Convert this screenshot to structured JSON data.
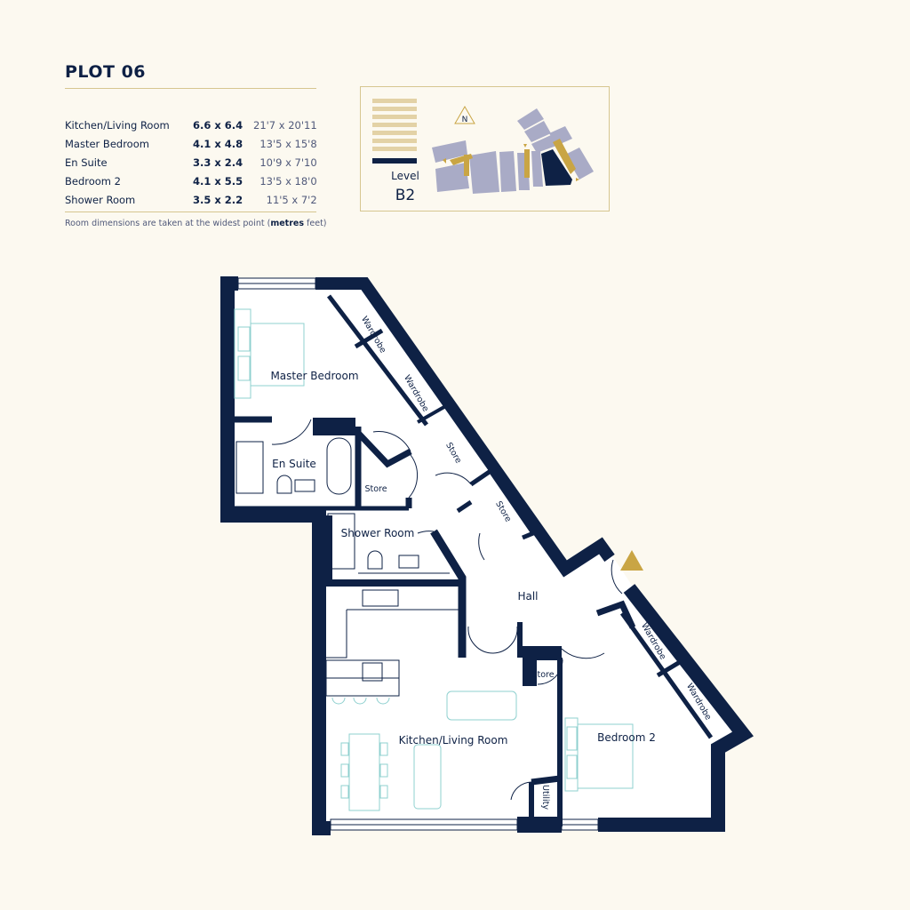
{
  "header": {
    "title": "PLOT 06"
  },
  "rooms": [
    {
      "name": "Kitchen/Living Room",
      "metres": "6.6 x 6.4",
      "feet": "21'7 x 20'11"
    },
    {
      "name": "Master Bedroom",
      "metres": "4.1 x 4.8",
      "feet": "13'5 x 15'8"
    },
    {
      "name": "En Suite",
      "metres": "3.3 x 2.4",
      "feet": "10'9 x 7'10"
    },
    {
      "name": "Bedroom 2",
      "metres": "4.1 x 5.5",
      "feet": "13'5 x 18'0"
    },
    {
      "name": "Shower Room",
      "metres": "3.5 x 2.2",
      "feet": "11'5 x 7'2"
    }
  ],
  "note": {
    "before": "Room dimensions are taken at the widest point (",
    "bold": "metres",
    "after": " feet)"
  },
  "keyplan": {
    "level_label": "Level",
    "level_value": "B2",
    "north": "N"
  },
  "colors": {
    "navy": "#0e2145",
    "gold": "#c9a544",
    "tan": "#e3d2a6",
    "block": "#a9abc6",
    "furniture": "#8fd0cf",
    "background": "#fcf9f0"
  },
  "plan": {
    "master_bedroom": "Master Bedroom",
    "en_suite": "En Suite",
    "store_1": "Store",
    "shower_room": "Shower Room",
    "hall": "Hall",
    "kitchen_living": "Kitchen/Living Room",
    "bedroom_2": "Bedroom 2",
    "store_2": "Store",
    "utility": "Utility",
    "wardrobe_1": "Wardrobe",
    "wardrobe_2": "Wardrobe",
    "store_3": "Store",
    "store_4": "Store",
    "wardrobe_3": "Wardrobe",
    "wardrobe_4": "Wardrobe",
    "entrance_icon": "entrance-triangle"
  }
}
